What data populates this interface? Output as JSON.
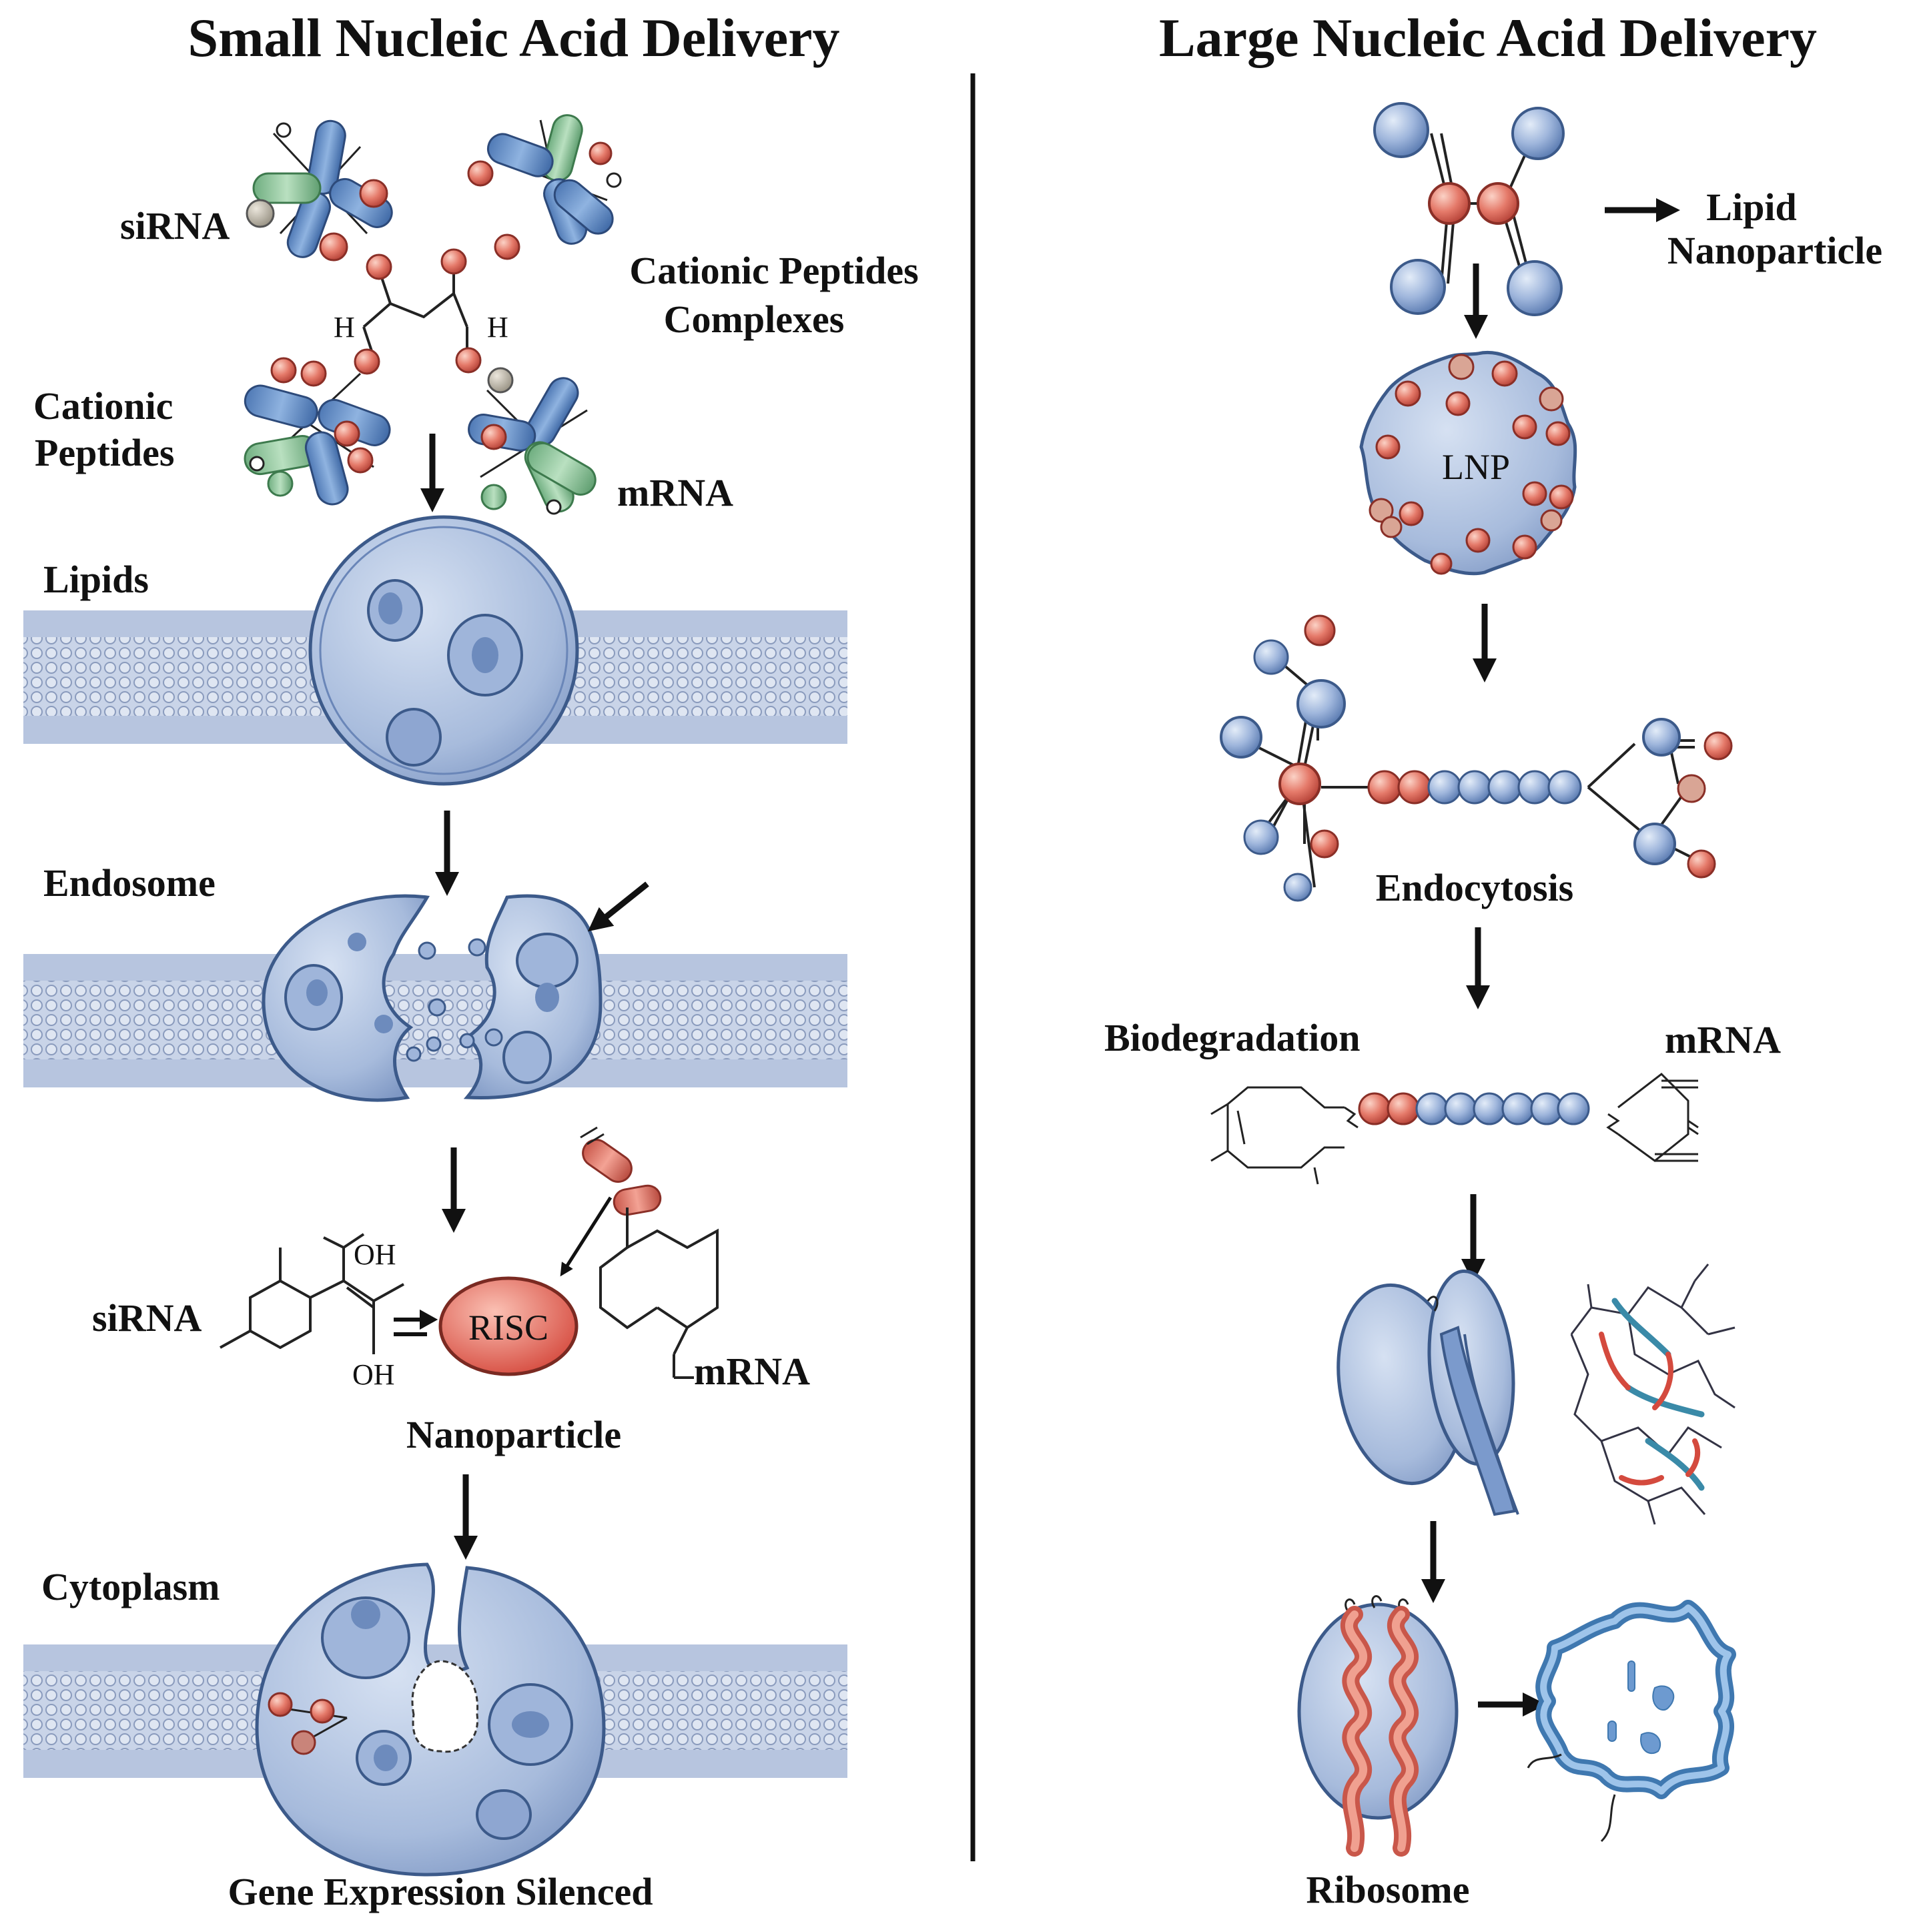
{
  "left": {
    "title": "Small Nucleic Acid Delivery",
    "sirna_top": "siRNA",
    "cationic_complexes_1": "Cationic Peptides",
    "cationic_complexes_2": "Complexes",
    "cationic_1": "Cationic",
    "cationic_2": "Peptides",
    "mrna_top": "mRNA",
    "h_left": "H",
    "h_right": "H",
    "lipids": "Lipids",
    "endosome": "Endosome",
    "sirna_mid": "siRNA",
    "oh_top": "OH",
    "oh_bottom": "OH",
    "risc": "RISC",
    "mrna_mid": "mRNA",
    "nanoparticle": "Nanoparticle",
    "cytoplasm": "Cytoplasm",
    "gene_silenced": "Gene Expression Silenced"
  },
  "right": {
    "title": "Large Nucleic Acid Delivery",
    "lipid_np_1": "Lipid",
    "lipid_np_2": "Nanoparticle",
    "lnp": "LNP",
    "endocytosis": "Endocytosis",
    "biodegradation": "Biodegradation",
    "mrna": "mRNA",
    "ribosome": "Ribosome"
  },
  "colors": {
    "blue_light": "#b8cbe6",
    "blue_mid": "#7b9acc",
    "blue_dark": "#4a6aa0",
    "red_light": "#f0a090",
    "red_mid": "#d9594c",
    "green": "#8fc79a",
    "membrane": "#b7c5df",
    "ink": "#111111"
  }
}
